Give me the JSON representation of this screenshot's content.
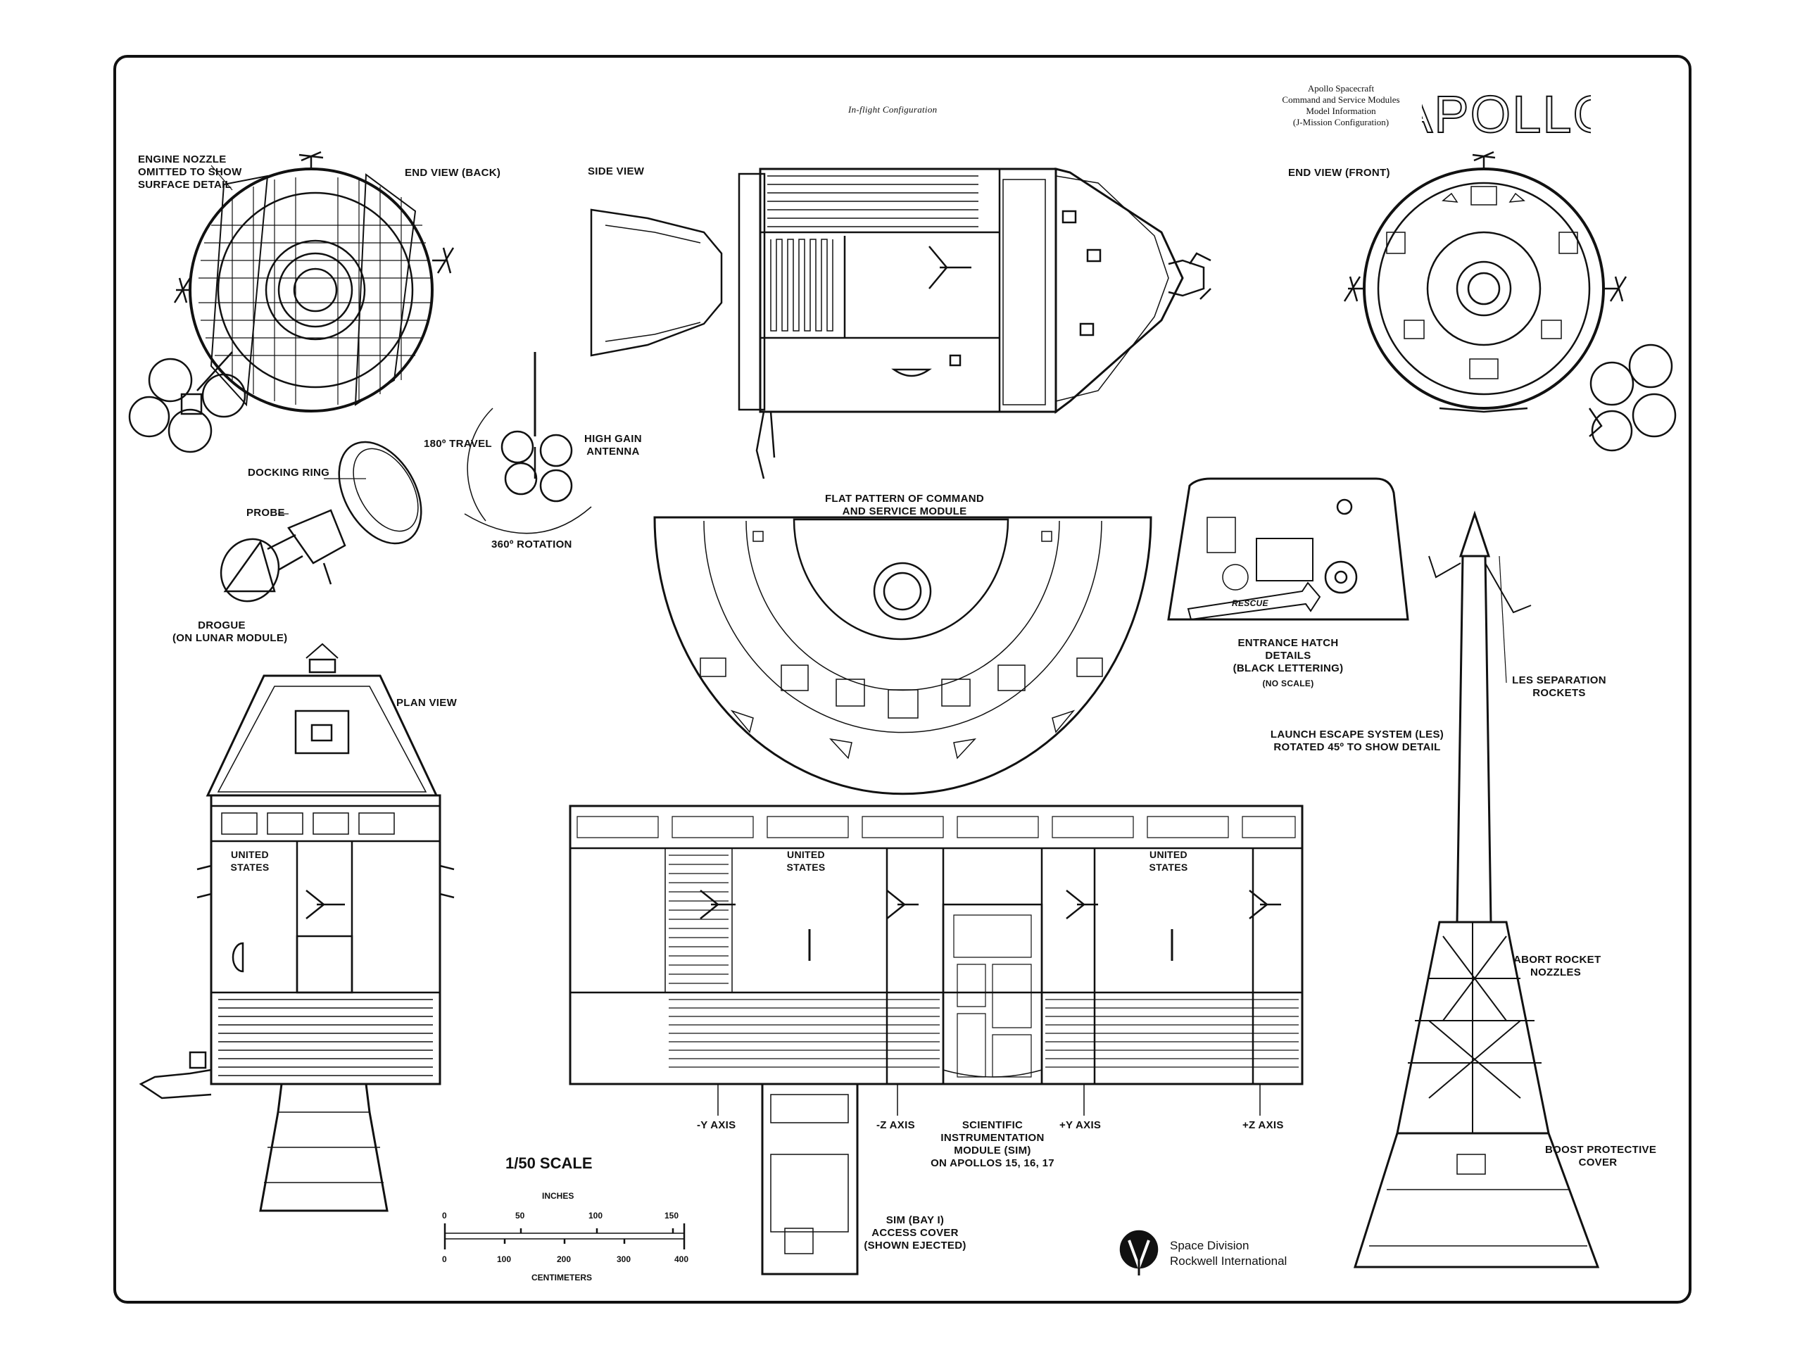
{
  "header": {
    "subtitle": "In-flight Configuration",
    "info_lines": [
      "Apollo Spacecraft",
      "Command and Service Modules",
      "Model Information",
      "(J-Mission Configuration)"
    ],
    "logo_text": "APOLLO"
  },
  "labels": {
    "engine_nozzle": [
      "ENGINE NOZZLE",
      "OMITTED TO SHOW",
      "SURFACE DETAIL"
    ],
    "end_view_back": "END VIEW (BACK)",
    "side_view": "SIDE VIEW",
    "end_view_front": "END VIEW (FRONT)",
    "travel": "180º TRAVEL",
    "high_gain": [
      "HIGH GAIN",
      "ANTENNA"
    ],
    "rotation": "360º ROTATION",
    "docking_ring": "DOCKING RING",
    "probe": "PROBE",
    "drogue": [
      "DROGUE",
      "(ON LUNAR MODULE)"
    ],
    "flat_pattern": [
      "FLAT PATTERN OF COMMAND",
      "AND SERVICE MODULE"
    ],
    "plan_view": "PLAN VIEW",
    "entrance_hatch": [
      "ENTRANCE HATCH",
      "DETAILS",
      "(BLACK LETTERING)"
    ],
    "no_scale": "(NO SCALE)",
    "rescue": "RESCUE",
    "les_sep": [
      "LES SEPARATION",
      "ROCKETS"
    ],
    "les_rotated": [
      "LAUNCH ESCAPE SYSTEM (LES)",
      "ROTATED 45º TO SHOW DETAIL"
    ],
    "abort_nozzles": [
      "ABORT ROCKET",
      "NOZZLES"
    ],
    "boost_cover": [
      "BOOST PROTECTIVE",
      "COVER"
    ],
    "united_states": [
      "UNITED",
      "STATES"
    ],
    "axes": [
      "-Y AXIS",
      "-Z AXIS",
      "+Y AXIS",
      "+Z AXIS"
    ],
    "sim": [
      "SCIENTIFIC",
      "INSTRUMENTATION",
      "MODULE (SIM)",
      "ON APOLLOS 15, 16, 17"
    ],
    "sim_cover": [
      "SIM (BAY I)",
      "ACCESS COVER",
      "(SHOWN EJECTED)"
    ]
  },
  "scale": {
    "title": "1/50 SCALE",
    "inches_label": "INCHES",
    "cm_label": "CENTIMETERS",
    "inch_ticks": [
      "0",
      "50",
      "100",
      "150"
    ],
    "cm_ticks": [
      "0",
      "100",
      "200",
      "300",
      "400"
    ]
  },
  "company": {
    "division": "Space Division",
    "name": "Rockwell International"
  }
}
